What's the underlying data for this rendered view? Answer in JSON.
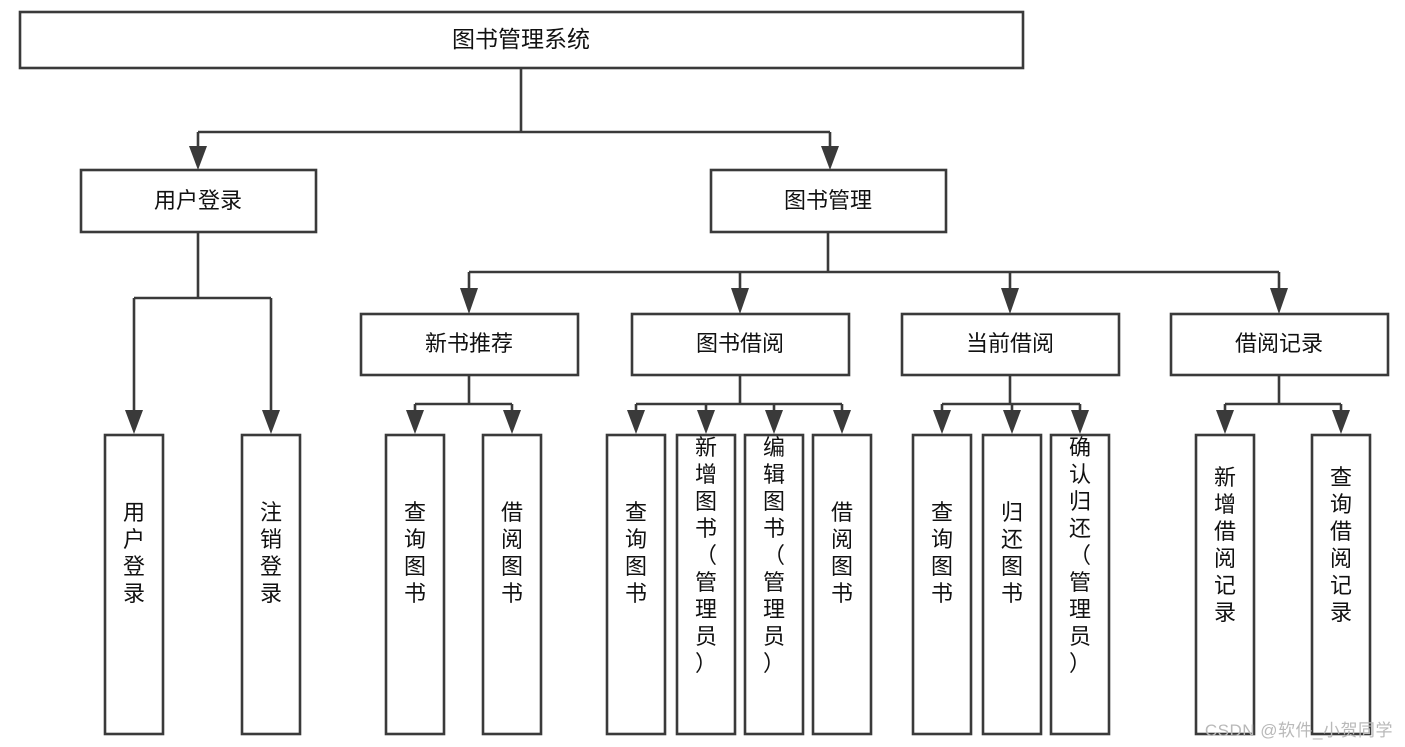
{
  "diagram": {
    "type": "tree-hierarchy",
    "title": "图书管理系统",
    "orientation": "top-down",
    "colors": {
      "box_stroke": "#3a3a3a",
      "box_fill": "#ffffff",
      "connector": "#3a3a3a",
      "text": "#111111",
      "watermark": "#b9b9b9",
      "background": "#ffffff"
    },
    "root": {
      "label": "图书管理系统"
    },
    "level2": [
      {
        "label": "用户登录"
      },
      {
        "label": "图书管理"
      }
    ],
    "level3": [
      {
        "label": "新书推荐"
      },
      {
        "label": "图书借阅"
      },
      {
        "label": "当前借阅"
      },
      {
        "label": "借阅记录"
      }
    ],
    "leaves": {
      "user_login": [
        {
          "label": "用户登录"
        },
        {
          "label": "注销登录"
        }
      ],
      "new_book_recommend": [
        {
          "label": "查询图书"
        },
        {
          "label": "借阅图书"
        }
      ],
      "book_borrow": [
        {
          "label": "查询图书"
        },
        {
          "label": "新增图书（管理员）"
        },
        {
          "label": "编辑图书（管理员）"
        },
        {
          "label": "借阅图书"
        }
      ],
      "current_borrow": [
        {
          "label": "查询图书"
        },
        {
          "label": "归还图书"
        },
        {
          "label": "确认归还（管理员）"
        }
      ],
      "borrow_record": [
        {
          "label": "新增借阅记录"
        },
        {
          "label": "查询借阅记录"
        }
      ]
    }
  },
  "watermark": {
    "text": "CSDN @软件_小贺同学"
  }
}
